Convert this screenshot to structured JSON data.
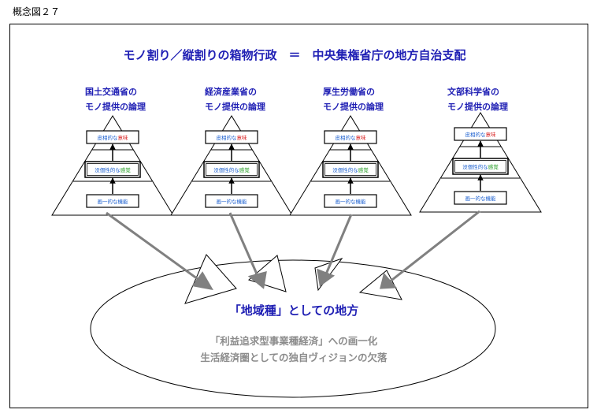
{
  "figure_label": "概念図２７",
  "title": "モノ割り／縦割りの箱物行政　＝　中央集権省庁の地方自治支配",
  "ministries": [
    {
      "line1": "国土交通省の",
      "line2": "モノ提供の論理"
    },
    {
      "line1": "経済産業省の",
      "line2": "モノ提供の論理"
    },
    {
      "line1": "厚生労働省の",
      "line2": "モノ提供の論理"
    },
    {
      "line1": "文部科学省の",
      "line2": "モノ提供の論理"
    }
  ],
  "pyramid_levels": {
    "top": {
      "pre": "皮相的な",
      "post": "意味"
    },
    "middle": {
      "pre": "没個性的な",
      "post": "感覚"
    },
    "bottom": {
      "text": "画一的な機能"
    }
  },
  "colors": {
    "title": "#1f1fb4",
    "grey_text": "#8c8c8c",
    "box_text": "#1b5fcf",
    "accent_red": "#d81e1e",
    "accent_green": "#1f9a1f",
    "arrow": "#808080"
  },
  "center_label": "「地域種」としての地方",
  "bottom_line1": "「利益追求型事業種経済」への画一化",
  "bottom_line2": "生活経済圏としての独自ヴィジョンの欠落"
}
